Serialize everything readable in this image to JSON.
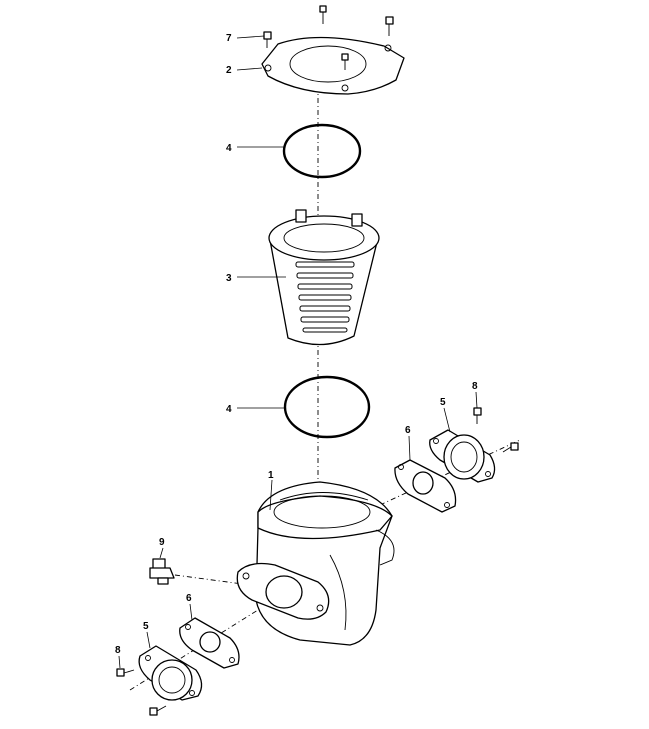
{
  "callouts": {
    "body": "1",
    "cover": "2",
    "basket": "3",
    "oring_upper": "4",
    "oring_lower": "4",
    "union_right": "5",
    "union_left": "5",
    "gasket_right": "6",
    "gasket_left": "6",
    "cover_screw": "7",
    "union_screw_right": "8",
    "union_screw_left": "8",
    "drain_plug": "9"
  }
}
